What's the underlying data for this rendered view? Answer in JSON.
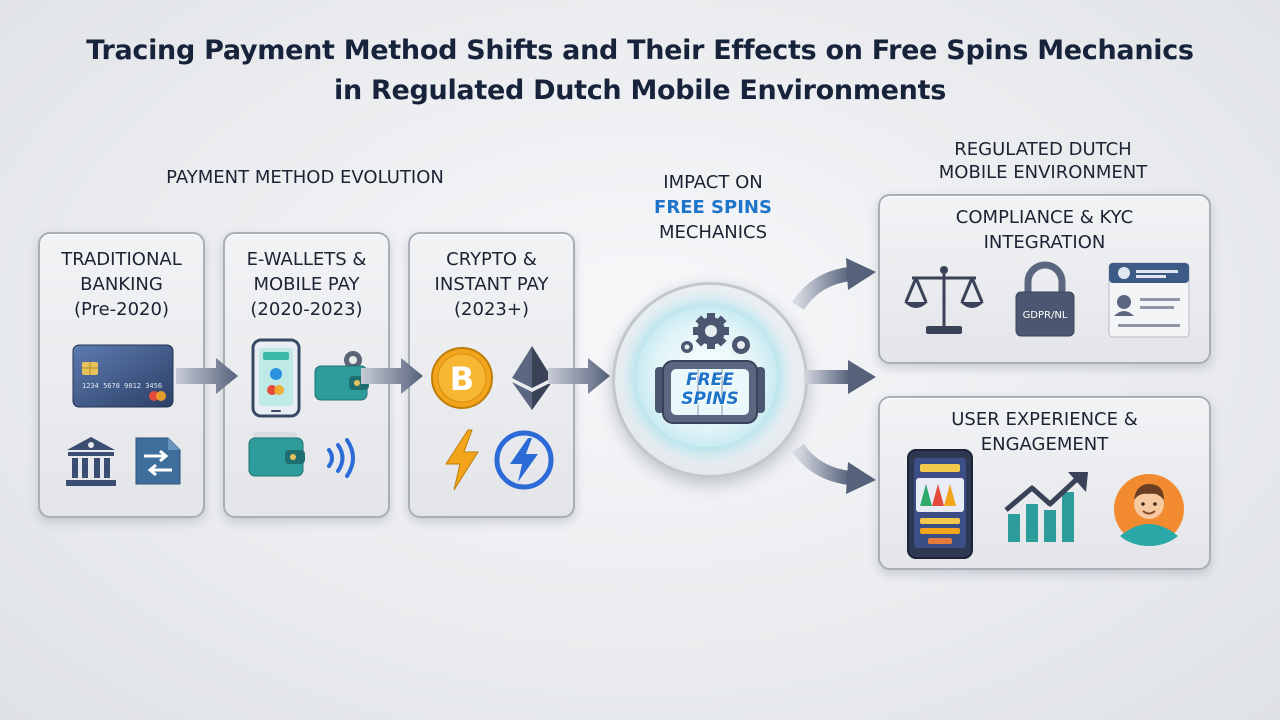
{
  "title": {
    "line1": "Tracing Payment Method Shifts and Their Effects on Free Spins Mechanics",
    "line2": "in Regulated Dutch Mobile Environments"
  },
  "payment_evolution": {
    "heading": "PAYMENT METHOD EVOLUTION",
    "stages": [
      {
        "line1": "TRADITIONAL",
        "line2": "BANKING",
        "period": "(Pre-2020)",
        "icons": [
          "credit-card-icon",
          "bank-icon",
          "bank-transfer-icon"
        ]
      },
      {
        "line1": "E-WALLETS &",
        "line2": "MOBILE PAY",
        "period": "(2020-2023)",
        "icons": [
          "smartphone-pay-icon",
          "wallet-gear-icon",
          "wallet-icon",
          "contactless-icon"
        ]
      },
      {
        "line1": "CRYPTO &",
        "line2": "INSTANT PAY",
        "period": "(2023+)",
        "icons": [
          "bitcoin-icon",
          "ethereum-icon",
          "lightning-icon",
          "lightning-network-icon"
        ]
      }
    ]
  },
  "impact": {
    "line1": "IMPACT ON",
    "line2": "FREE SPINS",
    "line3": "MECHANICS",
    "hub_line1": "FREE",
    "hub_line2": "SPINS",
    "accent": "#1e74c9"
  },
  "regulated": {
    "heading_line1": "REGULATED DUTCH",
    "heading_line2": "MOBILE ENVIRONMENT",
    "compliance": {
      "line1": "COMPLIANCE & KYC",
      "line2": "INTEGRATION",
      "lock_label": "GDPR/NL",
      "icons": [
        "scales-icon",
        "padlock-icon",
        "id-card-icon"
      ]
    },
    "ux": {
      "line1": "USER EXPERIENCE &",
      "line2": "ENGAGEMENT",
      "icons": [
        "mobile-slot-icon",
        "growth-chart-icon",
        "user-avatar-icon"
      ]
    }
  },
  "colors": {
    "title": "#17233a",
    "arrow": "#5b6680",
    "card_border": "#a9aeb7",
    "teal": "#2f9c9c",
    "bitcoin": "#f2a51a",
    "glow": "#9fdde8"
  }
}
